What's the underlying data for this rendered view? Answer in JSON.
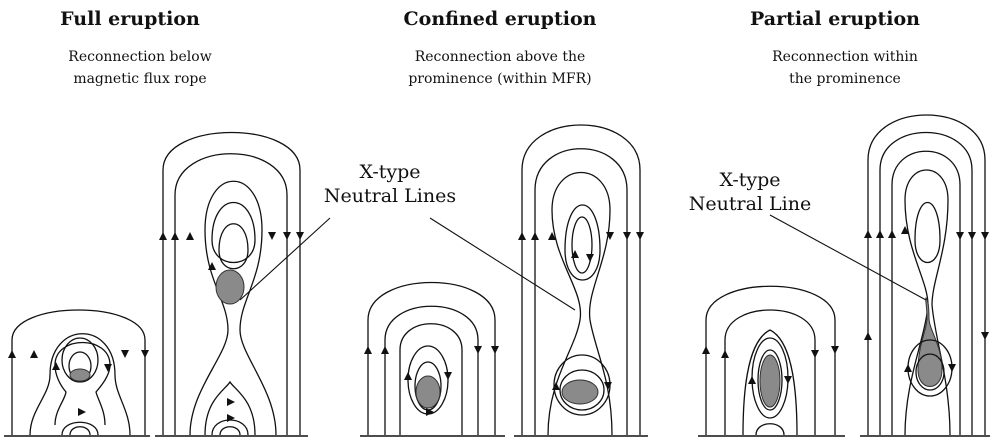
{
  "panels": [
    {
      "title": "Full eruption",
      "subtitle_line1": "Reconnection below",
      "subtitle_line2": "magnetic flux rope"
    },
    {
      "title": "Confined eruption",
      "subtitle_line1": "Reconnection above the",
      "subtitle_line2": "prominence (within MFR)"
    },
    {
      "title": "Partial eruption",
      "subtitle_line1": "Reconnection within",
      "subtitle_line2": "the prominence"
    }
  ],
  "callouts": [
    {
      "line1": "X-type",
      "line2": "Neutral Lines"
    },
    {
      "line1": "X-type",
      "line2": "Neutral Line"
    }
  ],
  "colors": {
    "field_line": "#111111",
    "prominence": "#8a8a8a"
  }
}
